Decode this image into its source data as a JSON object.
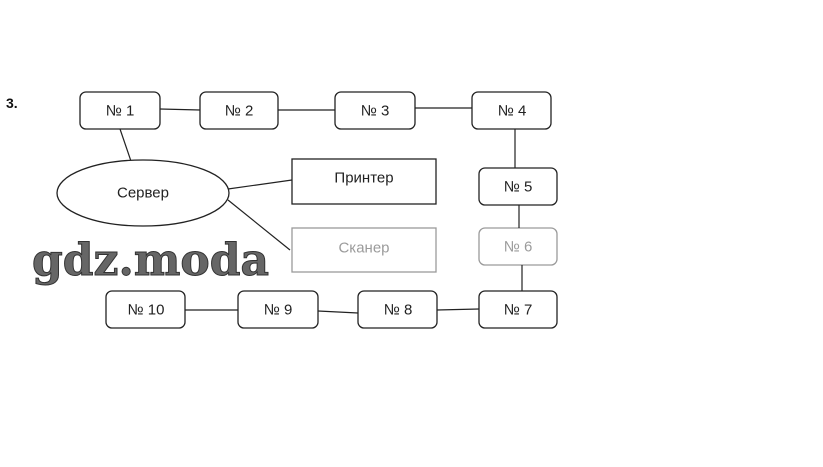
{
  "task_number": "3.",
  "nodes": {
    "n1": "№ 1",
    "n2": "№ 2",
    "n3": "№ 3",
    "n4": "№ 4",
    "n5": "№ 5",
    "n6": "№ 6",
    "n7": "№ 7",
    "n8": "№ 8",
    "n9": "№ 9",
    "n10": "№ 10",
    "server": "Сервер",
    "printer": "Принтер",
    "scanner": "Сканер"
  },
  "watermark": "gdz.moda"
}
